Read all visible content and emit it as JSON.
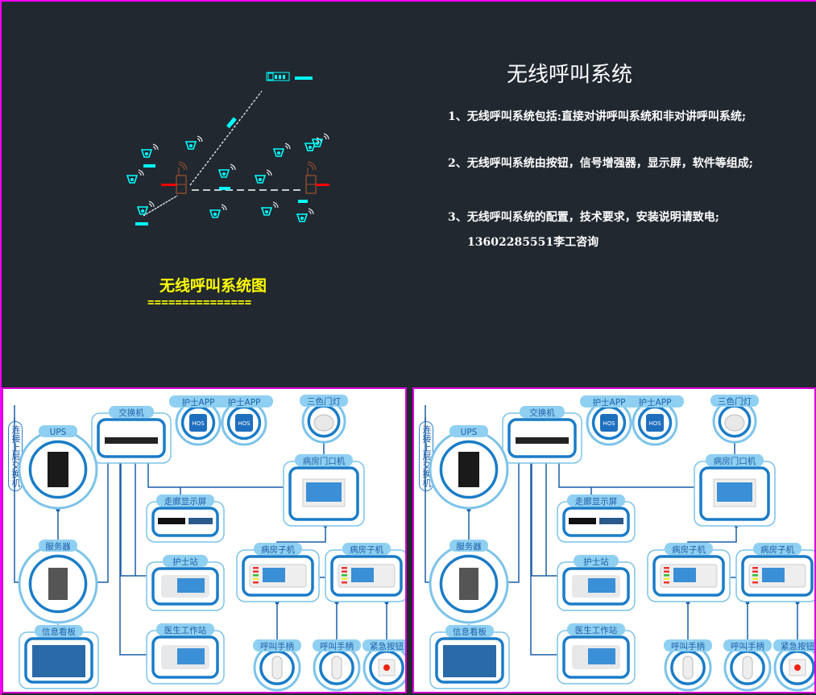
{
  "cad_diagram": {
    "title": "无线呼叫系统图",
    "underline": "===============",
    "colors": {
      "background": "#212830",
      "device": "#00ffff",
      "signal": "#ffffff",
      "repeater": "#a0522d",
      "cable": "#ff0000",
      "title": "#ffff00",
      "frame": "#ff00ff"
    }
  },
  "description": {
    "title": "无线呼叫系统",
    "lines": [
      "1、无线呼叫系统包括:直接对讲呼叫系统和非对讲呼叫系统;",
      "2、无线呼叫系统由按钮，信号增强器，显示屏，软件等组成;",
      "3、无线呼叫系统的配置，技术要求，安装说明请致电;",
      "13602285551李工咨询"
    ]
  },
  "network_panel": {
    "uplink_label": "连接上层交换机",
    "nodes": {
      "switch": "交换机",
      "ups": "UPS",
      "server": "服务器",
      "info_board": "信息看板",
      "nurse_app_1": "护士APP",
      "nurse_app_2": "护士APP",
      "three_color_light": "三色门灯",
      "ward_door": "病房门口机",
      "corridor_display": "走廊显示屏",
      "nurse_station": "护士站",
      "doctor_station": "医生工作站",
      "bed_unit_1": "病房子机",
      "bed_unit_2": "病房子机",
      "call_handle_1": "呼叫手柄",
      "call_handle_2": "呼叫手柄",
      "emergency_button": "紧急按钮"
    },
    "app_icon_text": "HOS",
    "colors": {
      "line": "#1b5ea8",
      "ring": "#7cc3ea",
      "ring_dark": "#1a7cc7",
      "label_bg": "#8fd0f2"
    }
  }
}
